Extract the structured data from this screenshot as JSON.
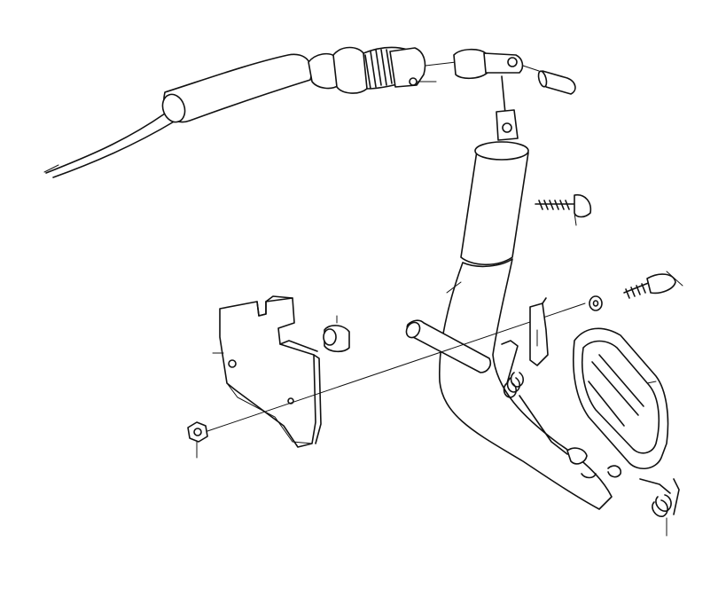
{
  "parts": [
    "clutch-cable",
    "cable-adjuster",
    "clevis-fork",
    "clevis-pin",
    "pedal-arm",
    "pedal-bolt",
    "pedal-pad",
    "return-spring",
    "pedal-bracket",
    "bushing",
    "nut",
    "washer",
    "pivot-bolt",
    "stop-spring",
    "pivot-shaft"
  ]
}
